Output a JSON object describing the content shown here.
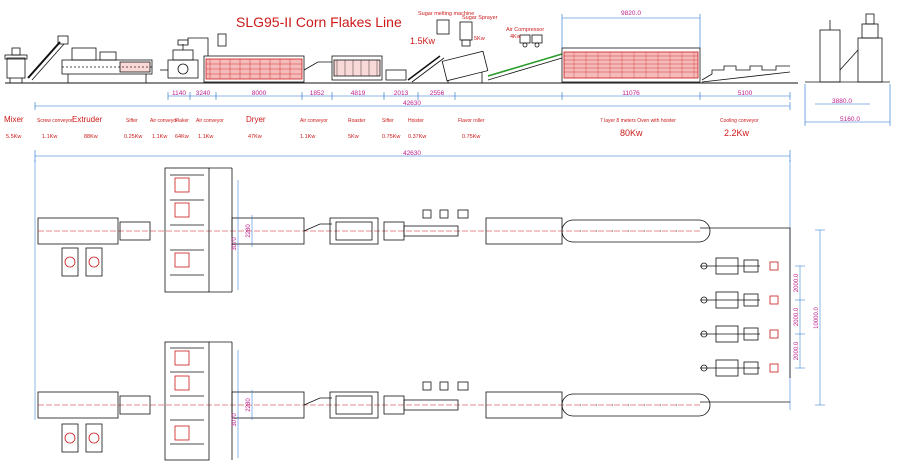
{
  "title": "SLG95-II Corn Flakes Line",
  "colors": {
    "line": "#111111",
    "dimension": "#1a6fd0",
    "dimension_text": "#c01c8c",
    "label": "#cc1a1a",
    "machine_fill": "#e23a3a",
    "conveyor": "#2a9d2a"
  },
  "top_labels": {
    "sugar_melting_machine": "Sugar melting machine",
    "sugar_melting_power": "1.5Kw",
    "sugar_sprayer": "Sugar Sprayer",
    "sugar_sprayer_power": "5Kw",
    "air_compressor": "Air Compressor",
    "air_compressor_power": "4Kw"
  },
  "elevation_dims": {
    "d_dryer_top": "9820.0",
    "d_1140": "1140",
    "d_3240": "3240",
    "d_8000": "8000",
    "d_1852": "1852",
    "d_4819": "4819",
    "d_2013": "2013",
    "d_2556": "2556",
    "d_11076": "11076",
    "d_5100": "5100",
    "total": "42630",
    "side_3880": "3880.0",
    "side_5160": "5160.0"
  },
  "equipment": [
    {
      "name": "Mixer",
      "power": "5.5Kw"
    },
    {
      "name": "Screw conveyor",
      "power": "1.1Kw"
    },
    {
      "name": "Extruder",
      "power": "88Kw"
    },
    {
      "name": "Sifter",
      "power": "0.25Kw"
    },
    {
      "name": "Air conveyor",
      "power": "1.1Kw"
    },
    {
      "name": "Flaker",
      "power": "64Kw"
    },
    {
      "name": "Air conveyor",
      "power": "1.1Kw"
    },
    {
      "name": "Dryer",
      "power": "47Kw"
    },
    {
      "name": "Air conveyor",
      "power": "1.1Kw"
    },
    {
      "name": "Roaster",
      "power": "5Kw"
    },
    {
      "name": "Sifter",
      "power": "0.75Kw"
    },
    {
      "name": "Hoister",
      "power": "0.37Kw"
    },
    {
      "name": "Flavor roller",
      "power": "0.75Kw"
    },
    {
      "name": "7 layer 8 meters Oven with hoister",
      "power": "80Kw"
    },
    {
      "name": "Cooling conveyor",
      "power": "2.2Kw"
    }
  ],
  "plan_dims": {
    "total": "42630",
    "width_a": "3070",
    "width_b": "2280",
    "pack_1": "2000.0",
    "pack_2": "2000.0",
    "pack_3": "2000.0",
    "pack_total": "10000.0"
  }
}
